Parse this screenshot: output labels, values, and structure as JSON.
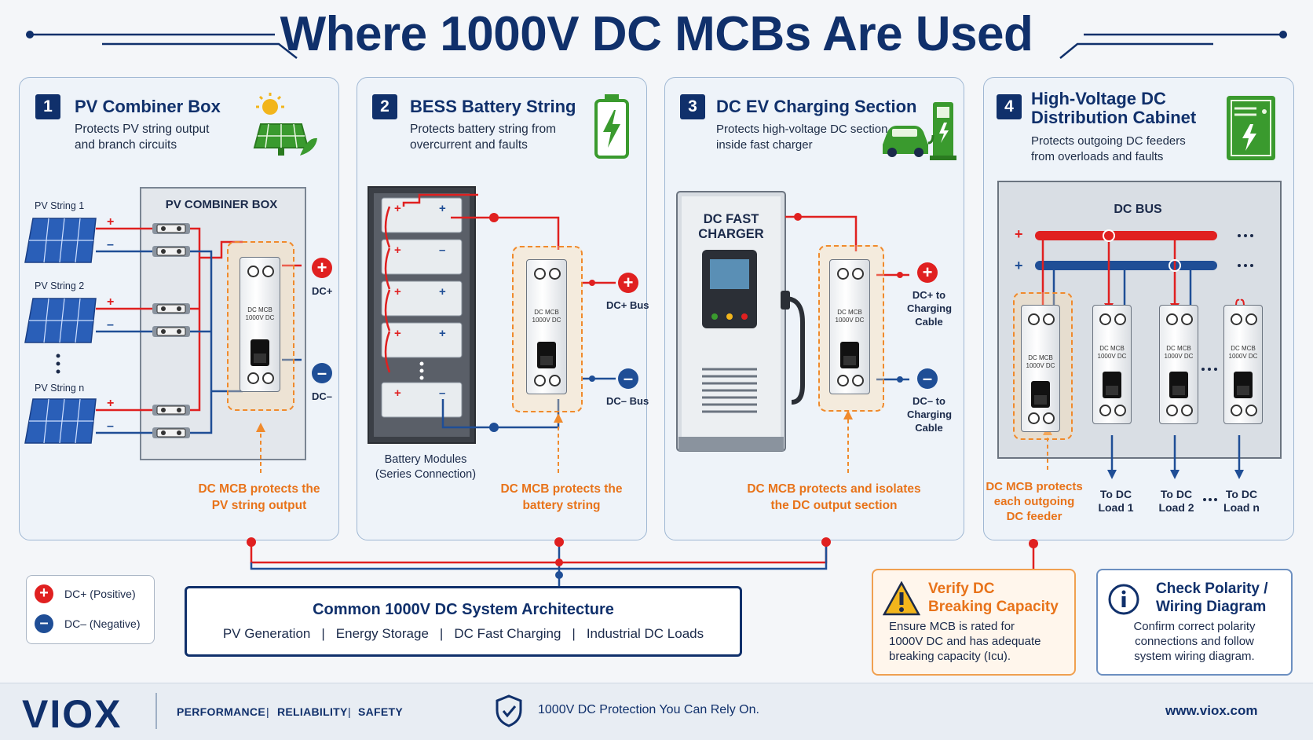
{
  "title": "Where 1000V DC MCBs Are Used",
  "panels": [
    {
      "num": "1",
      "title": "PV Combiner Box",
      "desc": [
        "Protects PV string output",
        "and branch circuits"
      ],
      "box_label": "PV COMBINER BOX",
      "strings": [
        "PV String 1",
        "PV String 2",
        "PV String n"
      ],
      "pos_label": "DC+",
      "neg_label": "DC–",
      "caption": [
        "DC MCB protects the",
        "PV string output"
      ]
    },
    {
      "num": "2",
      "title": "BESS Battery String",
      "desc": [
        "Protects battery string from",
        "overcurrent and faults"
      ],
      "modules_label": [
        "Battery Modules",
        "(Series Connection)"
      ],
      "pos_label": "DC+ Bus",
      "neg_label": "DC– Bus",
      "caption": [
        "DC MCB protects the",
        "battery string"
      ]
    },
    {
      "num": "3",
      "title": "DC EV Charging Section",
      "desc": [
        "Protects high-voltage DC section",
        "inside fast charger"
      ],
      "charger_label": [
        "DC FAST",
        "CHARGER"
      ],
      "pos_label": [
        "DC+ to",
        "Charging",
        "Cable"
      ],
      "neg_label": [
        "DC– to",
        "Charging",
        "Cable"
      ],
      "caption": [
        "DC MCB protects and isolates",
        "the DC output section"
      ]
    },
    {
      "num": "4",
      "title": [
        "High-Voltage DC",
        "Distribution Cabinet"
      ],
      "desc": [
        "Protects outgoing DC feeders",
        "from overloads and faults"
      ],
      "bus_label": "DC BUS",
      "loads": [
        [
          "To DC",
          "Load 1"
        ],
        [
          "To DC",
          "Load 2"
        ],
        [
          "To DC",
          "Load n"
        ]
      ],
      "caption": [
        "DC MCB protects",
        "each outgoing",
        "DC feeder"
      ]
    }
  ],
  "mcb_label": [
    "DC MCB",
    "1000V DC"
  ],
  "legend": {
    "pos": "DC+ (Positive)",
    "neg": "DC– (Negative)"
  },
  "architecture": {
    "title": "Common 1000V DC System Architecture",
    "items": [
      "PV Generation",
      "Energy Storage",
      "DC Fast Charging",
      "Industrial DC Loads"
    ]
  },
  "verify": {
    "title": [
      "Verify DC",
      "Breaking Capacity"
    ],
    "text": [
      "Ensure MCB is rated for",
      "1000V DC and has adequate",
      "breaking capacity (Icu)."
    ]
  },
  "check": {
    "title": [
      "Check Polarity /",
      "Wiring Diagram"
    ],
    "text": [
      "Confirm correct polarity",
      "connections and follow",
      "system wiring diagram."
    ]
  },
  "footer": {
    "brand": "VIOX",
    "nav": [
      "PERFORMANCE",
      "RELIABILITY",
      "SAFETY"
    ],
    "tagline": "1000V DC Protection You Can Rely On.",
    "url": "www.viox.com"
  },
  "colors": {
    "navy": "#10306b",
    "positive": "#e02020",
    "negative": "#1f4e96",
    "accent": "#e8731a",
    "green": "#3a9a2e"
  }
}
